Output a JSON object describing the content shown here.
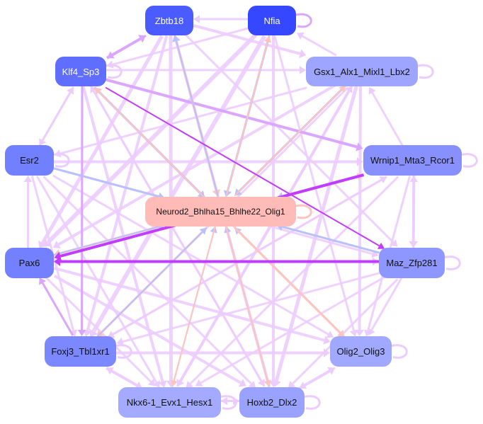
{
  "nodes": {
    "zbtb18": {
      "label": "Zbtb18",
      "color": "#4a5cff"
    },
    "nfia": {
      "label": "Nfia",
      "color": "#3548ff"
    },
    "klf4": {
      "label": "Klf4_Sp3",
      "color": "#5f6eff"
    },
    "gsx1": {
      "label": "Gsx1_Alx1_Mixl1_Lbx2",
      "color": "#9ea5ff"
    },
    "esr2": {
      "label": "Esr2",
      "color": "#7080ff"
    },
    "wrnip1": {
      "label": "Wrnip1_Mta3_Rcor1",
      "color": "#8890ff"
    },
    "neurod2": {
      "label": "Neurod2_Bhlha15_Bhlhe22_Olig1",
      "color": "#ffbbb8"
    },
    "pax6": {
      "label": "Pax6",
      "color": "#7380ff"
    },
    "maz": {
      "label": "Maz_Zfp281",
      "color": "#8e96ff"
    },
    "foxj3": {
      "label": "Foxj3_Tbl1xr1",
      "color": "#7b88ff"
    },
    "olig2": {
      "label": "Olig2_Olig3",
      "color": "#a0a8ff"
    },
    "nkx6": {
      "label": "Nkx6-1_Evx1_Hesx1",
      "color": "#a3aaff"
    },
    "hoxb2": {
      "label": "Hoxb2_Dlx2",
      "color": "#9aa2ff"
    }
  },
  "edge_colors": {
    "light": "#ecccff",
    "mid": "#dba6ff",
    "strong": "#c23cff",
    "blue": "#b8c0ff",
    "pink": "#ffc4bc"
  },
  "edges": [
    [
      "nfia",
      "zbtb18",
      "light",
      3
    ],
    [
      "nfia",
      "nfia",
      "mid",
      3
    ],
    [
      "zbtb18",
      "gsx1",
      "light",
      4
    ],
    [
      "nfia",
      "klf4",
      "light",
      3
    ],
    [
      "klf4",
      "zbtb18",
      "mid",
      4
    ],
    [
      "zbtb18",
      "klf4",
      "mid",
      3
    ],
    [
      "klf4",
      "klf4",
      "light",
      3
    ],
    [
      "klf4",
      "gsx1",
      "light",
      3
    ],
    [
      "gsx1",
      "gsx1",
      "light",
      3
    ],
    [
      "gsx1",
      "nfia",
      "light",
      3
    ],
    [
      "klf4",
      "wrnip1",
      "mid",
      4
    ],
    [
      "klf4",
      "maz",
      "strong",
      2
    ],
    [
      "zbtb18",
      "neurod2",
      "pink",
      3
    ],
    [
      "neurod2",
      "zbtb18",
      "blue",
      2
    ],
    [
      "nfia",
      "neurod2",
      "blue",
      3
    ],
    [
      "neurod2",
      "nfia",
      "pink",
      2
    ],
    [
      "klf4",
      "neurod2",
      "blue",
      3
    ],
    [
      "neurod2",
      "klf4",
      "pink",
      2
    ],
    [
      "gsx1",
      "neurod2",
      "blue",
      3
    ],
    [
      "neurod2",
      "gsx1",
      "pink",
      2
    ],
    [
      "esr2",
      "neurod2",
      "blue",
      3
    ],
    [
      "wrnip1",
      "neurod2",
      "blue",
      4
    ],
    [
      "neurod2",
      "wrnip1",
      "pink",
      2
    ],
    [
      "maz",
      "neurod2",
      "blue",
      3
    ],
    [
      "neurod2",
      "pax6",
      "pink",
      3
    ],
    [
      "pax6",
      "neurod2",
      "blue",
      2
    ],
    [
      "neurod2",
      "foxj3",
      "pink",
      3
    ],
    [
      "foxj3",
      "neurod2",
      "blue",
      2
    ],
    [
      "nkx6",
      "neurod2",
      "blue",
      2
    ],
    [
      "neurod2",
      "nkx6",
      "pink",
      2
    ],
    [
      "hoxb2",
      "neurod2",
      "blue",
      2
    ],
    [
      "neurod2",
      "hoxb2",
      "pink",
      2
    ],
    [
      "olig2",
      "neurod2",
      "blue",
      2
    ],
    [
      "neurod2",
      "olig2",
      "pink",
      3
    ],
    [
      "neurod2",
      "neurod2",
      "pink",
      3
    ],
    [
      "wrnip1",
      "pax6",
      "strong",
      4
    ],
    [
      "maz",
      "pax6",
      "strong",
      4
    ],
    [
      "foxj3",
      "pax6",
      "mid",
      3
    ],
    [
      "esr2",
      "wrnip1",
      "light",
      4
    ],
    [
      "esr2",
      "esr2",
      "light",
      3
    ],
    [
      "wrnip1",
      "wrnip1",
      "light",
      3
    ],
    [
      "maz",
      "maz",
      "light",
      3
    ],
    [
      "olig2",
      "olig2",
      "light",
      3
    ],
    [
      "nkx6",
      "nkx6",
      "light",
      3
    ],
    [
      "hoxb2",
      "hoxb2",
      "light",
      3
    ],
    [
      "pax6",
      "esr2",
      "light",
      3
    ],
    [
      "esr2",
      "klf4",
      "light",
      3
    ],
    [
      "klf4",
      "esr2",
      "light",
      3
    ],
    [
      "gsx1",
      "esr2",
      "light",
      3
    ],
    [
      "gsx1",
      "pax6",
      "light",
      4
    ],
    [
      "zbtb18",
      "pax6",
      "light",
      5
    ],
    [
      "nfia",
      "pax6",
      "light",
      6
    ],
    [
      "nfia",
      "foxj3",
      "light",
      6
    ],
    [
      "zbtb18",
      "nkx6",
      "light",
      5
    ],
    [
      "zbtb18",
      "foxj3",
      "light",
      4
    ],
    [
      "zbtb18",
      "hoxb2",
      "light",
      3
    ],
    [
      "nfia",
      "hoxb2",
      "light",
      4
    ],
    [
      "nfia",
      "olig2",
      "light",
      3
    ],
    [
      "zbtb18",
      "maz",
      "light",
      3
    ],
    [
      "gsx1",
      "hoxb2",
      "light",
      5
    ],
    [
      "gsx1",
      "olig2",
      "light",
      4
    ],
    [
      "gsx1",
      "nkx6",
      "light",
      4
    ],
    [
      "gsx1",
      "foxj3",
      "light",
      3
    ],
    [
      "wrnip1",
      "maz",
      "light",
      4
    ],
    [
      "maz",
      "wrnip1",
      "light",
      3
    ],
    [
      "wrnip1",
      "gsx1",
      "light",
      3
    ],
    [
      "wrnip1",
      "foxj3",
      "light",
      3
    ],
    [
      "wrnip1",
      "nkx6",
      "light",
      3
    ],
    [
      "wrnip1",
      "olig2",
      "light",
      3
    ],
    [
      "maz",
      "olig2",
      "light",
      3
    ],
    [
      "maz",
      "nkx6",
      "light",
      3
    ],
    [
      "maz",
      "foxj3",
      "light",
      3
    ],
    [
      "maz",
      "hoxb2",
      "light",
      3
    ],
    [
      "klf4",
      "foxj3",
      "mid",
      3
    ],
    [
      "klf4",
      "nkx6",
      "light",
      4
    ],
    [
      "klf4",
      "hoxb2",
      "light",
      3
    ],
    [
      "klf4",
      "olig2",
      "light",
      3
    ],
    [
      "esr2",
      "foxj3",
      "light",
      3
    ],
    [
      "esr2",
      "nkx6",
      "light",
      3
    ],
    [
      "esr2",
      "hoxb2",
      "light",
      3
    ],
    [
      "esr2",
      "olig2",
      "light",
      3
    ],
    [
      "esr2",
      "maz",
      "light",
      3
    ],
    [
      "pax6",
      "olig2",
      "light",
      4
    ],
    [
      "pax6",
      "hoxb2",
      "light",
      4
    ],
    [
      "pax6",
      "nkx6",
      "light",
      3
    ],
    [
      "pax6",
      "maz",
      "light",
      3
    ],
    [
      "foxj3",
      "olig2",
      "light",
      4
    ],
    [
      "foxj3",
      "nkx6",
      "light",
      4
    ],
    [
      "nkx6",
      "foxj3",
      "light",
      3
    ],
    [
      "hoxb2",
      "olig2",
      "light",
      4
    ],
    [
      "olig2",
      "hoxb2",
      "light",
      3
    ],
    [
      "nkx6",
      "hoxb2",
      "light",
      3
    ],
    [
      "hoxb2",
      "nkx6",
      "light",
      3
    ],
    [
      "foxj3",
      "foxj3",
      "light",
      3
    ],
    [
      "nkx6",
      "gsx1",
      "light",
      3
    ],
    [
      "hoxb2",
      "klf4",
      "light",
      3
    ],
    [
      "olig2",
      "klf4",
      "light",
      3
    ],
    [
      "foxj3",
      "wrnip1",
      "light",
      3
    ],
    [
      "hoxb2",
      "zbtb18",
      "light",
      4
    ]
  ]
}
